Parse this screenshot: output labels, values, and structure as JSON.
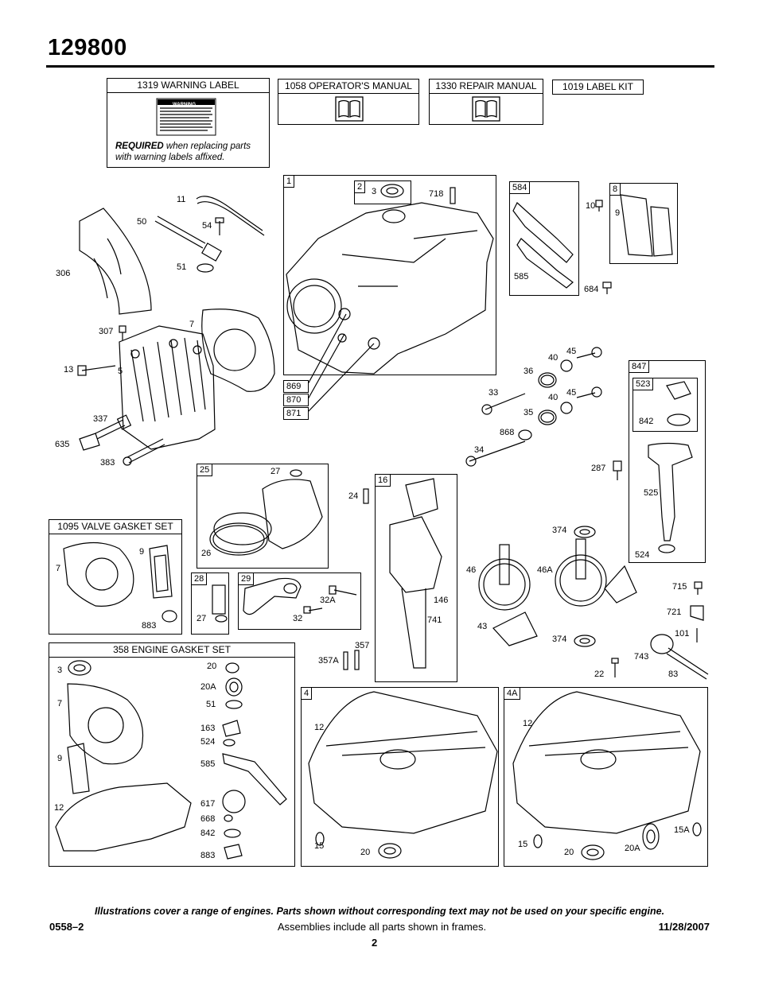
{
  "title": "129800",
  "boxes": {
    "warning_label": {
      "header": "1319 WARNING LABEL",
      "warning_word": "WARNING",
      "required_bold": "REQUIRED",
      "required_text": " when replacing parts with warning labels affixed."
    },
    "operators_manual": {
      "header": "1058 OPERATOR'S MANUAL"
    },
    "repair_manual": {
      "header": "1330 REPAIR MANUAL"
    },
    "label_kit": {
      "header": "1019 LABEL KIT"
    },
    "valve_gasket_set": {
      "header": "1095 VALVE GASKET SET"
    },
    "engine_gasket_set": {
      "header": "358 ENGINE GASKET SET"
    }
  },
  "frame_tags": {
    "t1": "1",
    "t2": "2",
    "t584": "584",
    "t8": "8",
    "t869": "869",
    "t870": "870",
    "t871": "871",
    "t847": "847",
    "t523": "523",
    "t25": "25",
    "t16": "16",
    "t28": "28",
    "t29": "29",
    "t4": "4",
    "t4A": "4A"
  },
  "labels": {
    "l11": "11",
    "l50": "50",
    "l54": "54",
    "l51": "51",
    "l306": "306",
    "l307": "307",
    "l7a": "7",
    "l13": "13",
    "l5": "5",
    "l337": "337",
    "l635": "635",
    "l383": "383",
    "l3a": "3",
    "l718": "718",
    "l10": "10",
    "l9a": "9",
    "l585a": "585",
    "l684": "684",
    "l40a": "40",
    "l45a": "45",
    "l36": "36",
    "l33": "33",
    "l40b": "40",
    "l45b": "45",
    "l35": "35",
    "l868": "868",
    "l34": "34",
    "l842a": "842",
    "l287": "287",
    "l525": "525",
    "l524a": "524",
    "l27a": "27",
    "l26": "26",
    "l24": "24",
    "l374a": "374",
    "l46": "46",
    "l46A": "46A",
    "l146": "146",
    "l741": "741",
    "l43": "43",
    "l374b": "374",
    "l715": "715",
    "l721": "721",
    "l101": "101",
    "l743": "743",
    "l22": "22",
    "l83": "83",
    "l7b": "7",
    "l9b": "9",
    "l883a": "883",
    "l27b": "27",
    "l32A": "32A",
    "l32": "32",
    "l357": "357",
    "l357A": "357A",
    "g3": "3",
    "g20": "20",
    "g20A": "20A",
    "g7": "7",
    "g51": "51",
    "g163": "163",
    "g524": "524",
    "g9": "9",
    "g585": "585",
    "g12": "12",
    "g617": "617",
    "g668": "668",
    "g842": "842",
    "g883": "883",
    "b12a": "12",
    "b15a": "15",
    "b20a": "20",
    "b12b": "12",
    "b15b": "15",
    "b20b": "20",
    "b20Ab": "20A",
    "b15Ab": "15A"
  },
  "footer": {
    "disclaimer": "Illustrations cover a range of engines. Parts shown without corresponding text may not be used on your specific engine.",
    "code": "0558–2",
    "assemblies": "Assemblies include all parts shown in frames.",
    "date": "11/28/2007",
    "page": "2"
  }
}
